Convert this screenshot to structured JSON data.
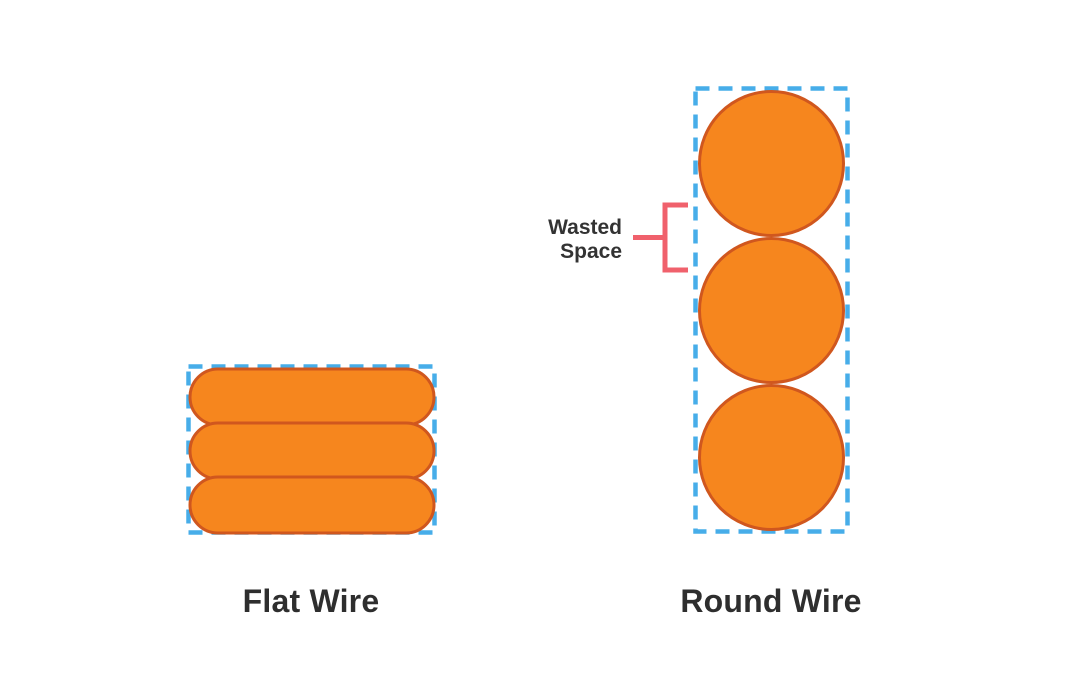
{
  "titles": {
    "flat_wire": "Flat Wire",
    "round_wire": "Round Wire"
  },
  "annotation": {
    "wasted_space_line1": "Wasted",
    "wasted_space_line2": "Space"
  },
  "diagram": {
    "type": "comparison",
    "flat_wire_strand_count": 3,
    "round_wire_strand_count": 3,
    "note": "flat wire fills bounding box; round wire leaves wasted space between circles"
  },
  "colors": {
    "background": "#ffffff",
    "wire_fill": "#F6861E",
    "wire_stroke": "#D0571E",
    "dash_border": "#47ADE9",
    "bracket": "#F0616C",
    "annotation_text": "#333333",
    "title_text": "#2E2E2E"
  }
}
